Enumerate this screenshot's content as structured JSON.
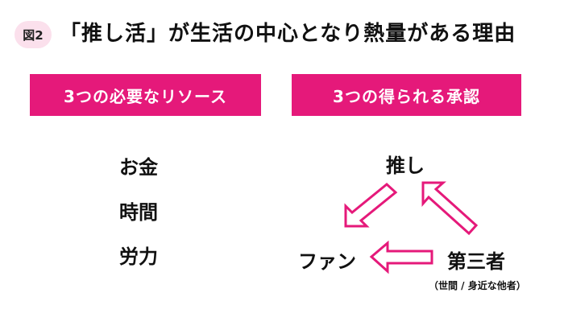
{
  "figure_label": "図2",
  "title": "「推し活」が生活の中心となり熱量がある理由",
  "left_header": "3つの必要なリソース",
  "right_header": "3つの得られる承認",
  "resources": [
    "お金",
    "時間",
    "労力"
  ],
  "nodes": {
    "oshi": "推し",
    "fan": "ファン",
    "third_party": "第三者",
    "third_party_note": "（世間 / 身近な他者）"
  },
  "colors": {
    "accent": "#e5197a",
    "badge_bg": "#fbe0ec"
  }
}
